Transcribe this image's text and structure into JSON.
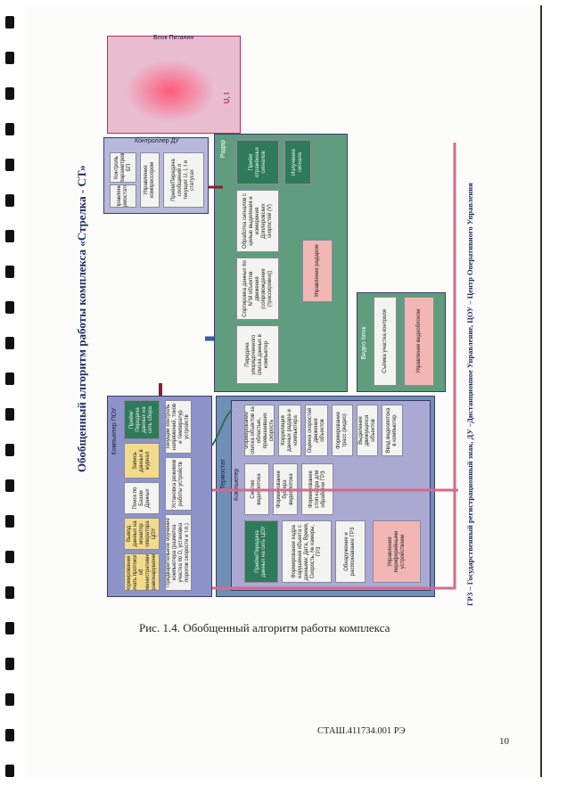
{
  "title": "Обобщенный алгоритм работы комплекса «Стрелка - СТ»",
  "footnote": "ГРЗ – Государственный регистрационный знак, ДУ –Дистанционное Управление, ЦОУ – Центр Оперативного Управления",
  "caption": "Рис. 1.4. Обобщенный алгоритм работы комплекса",
  "doc_number": "СТАШ.411734.001 РЭ",
  "page_number": "10",
  "blocks": {
    "power": {
      "label": "Блок Питания",
      "output": "U, I"
    },
    "controller": {
      "label": "Контроллер ДУ",
      "cells": [
        "Контроль параметров БП",
        "Управление термостатом",
        "Управление компрессором",
        "Приём/Передача сообщений о текущих U, I, t и статусах"
      ]
    },
    "radar": {
      "label": "Радар",
      "cells": [
        "Передача упорядоченного списка данных в компьютер",
        "Сортировка данных по N°М объектов движения (сопровождение (трассировка))",
        "Обработка сигналов с целью выделения и измерения Доплеровских скоростей (V)",
        "Приём отражённых сигналов",
        "Излучение сигнала",
        "Управление радаром"
      ]
    },
    "thermostat": {
      "label": "Термостат"
    },
    "computer": {
      "label": "Компьютер",
      "cells": [
        "Формирование списка объектов за областью, превышивших скорость",
        "Корреляция данных радара и компьютера",
        "Оценка скоростей движения объектов",
        "Формирование трасс (видео)",
        "Выделение движущихся объектов",
        "Ввод видеопотока в компьютер",
        "Сжатие видеопотока",
        "Формирование буфера видеопотока",
        "Формирование стоп-кадра для обработки ГРЗ",
        "Приём/Передача данных на сеть ЦОУ",
        "Формирование кадра нарушения объекта с данными: Дата, Время, Скорость, № камеры, ГРЗ",
        "Обнаружение и распознавание ГРЗ",
        "Управление периферийными устройствами"
      ]
    },
    "video": {
      "label": "Видео блок",
      "cells": [
        "Съёмка участка контроля",
        "Управление видеоблоком"
      ]
    },
    "pou": {
      "label": "Компьютер ПОУ",
      "cells": [
        "Приём/Передача данных на сеть сбора",
        "Запись данных в журнал",
        "Поиск по Базам Данных",
        "Вывод данных на монитор оператора ЦОУ",
        "Формирование и печать протокола об административном правонарушении",
        "Текущий контроль напряжений, токов и температур устройств",
        "Установка режимов работы устройств",
        "Предварительное обучение компьютера (разметка участка по D, установка порогов скорости и т.п.)"
      ]
    }
  },
  "colors": {
    "frame": "#3a3a7a",
    "radar_bg": "#5f9d7e",
    "thermo_bg": "#6f8fb4",
    "computer_bg": "#a9a9d2",
    "pou_bg": "#8e93c9",
    "power_bg": "#e9bccf",
    "arrow_red": "#8a2030",
    "arrow_pink": "#d56a8c",
    "arrow_blue": "#2f5f9f",
    "arrow_green": "#2f6f4f"
  }
}
